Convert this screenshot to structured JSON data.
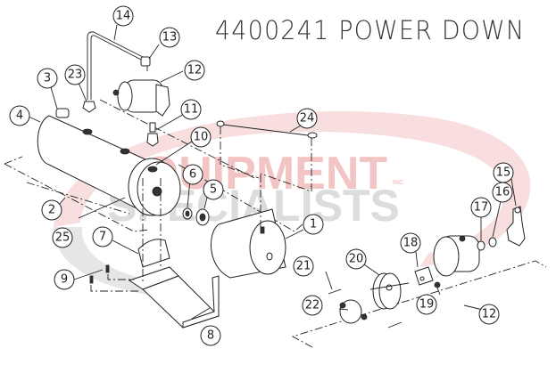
{
  "title": "4400241 POWER DOWN",
  "watermark": {
    "line1": "EQUIPMENT",
    "line2": "SPECIALISTS",
    "suffix": "INC.",
    "colors": {
      "red": "#f3c4c4",
      "gray": "#d9d9d9"
    }
  },
  "callouts": [
    {
      "id": "1",
      "label": "1",
      "part": "motor"
    },
    {
      "id": "2",
      "label": "2",
      "part": "reservoir-assembly"
    },
    {
      "id": "3",
      "label": "3",
      "part": "filler-cap"
    },
    {
      "id": "4",
      "label": "4",
      "part": "reservoir-tank"
    },
    {
      "id": "5",
      "label": "5",
      "part": "bearing"
    },
    {
      "id": "6",
      "label": "6",
      "part": "seal"
    },
    {
      "id": "7",
      "label": "7",
      "part": "cradle"
    },
    {
      "id": "8",
      "label": "8",
      "part": "mounting-bracket"
    },
    {
      "id": "9",
      "label": "9",
      "part": "bolts"
    },
    {
      "id": "10",
      "label": "10",
      "part": "o-ring"
    },
    {
      "id": "11",
      "label": "11",
      "part": "fitting"
    },
    {
      "id": "12",
      "label": "12",
      "part": "valve-assembly"
    },
    {
      "id": "12b",
      "label": "12",
      "part": "valve-assembly-exploded"
    },
    {
      "id": "13",
      "label": "13",
      "part": "elbow-fitting"
    },
    {
      "id": "14",
      "label": "14",
      "part": "hydraulic-tube"
    },
    {
      "id": "15",
      "label": "15",
      "part": "handle-lever"
    },
    {
      "id": "16",
      "label": "16",
      "part": "o-ring-small"
    },
    {
      "id": "17",
      "label": "17",
      "part": "bushing"
    },
    {
      "id": "18",
      "label": "18",
      "part": "block"
    },
    {
      "id": "19",
      "label": "19",
      "part": "nut"
    },
    {
      "id": "20",
      "label": "20",
      "part": "end-cap"
    },
    {
      "id": "21",
      "label": "21",
      "part": "screw"
    },
    {
      "id": "22",
      "label": "22",
      "part": "solenoid"
    },
    {
      "id": "23",
      "label": "23",
      "part": "tube-nut"
    },
    {
      "id": "24",
      "label": "24",
      "part": "cable"
    },
    {
      "id": "25",
      "label": "25",
      "part": "screw-small"
    }
  ]
}
